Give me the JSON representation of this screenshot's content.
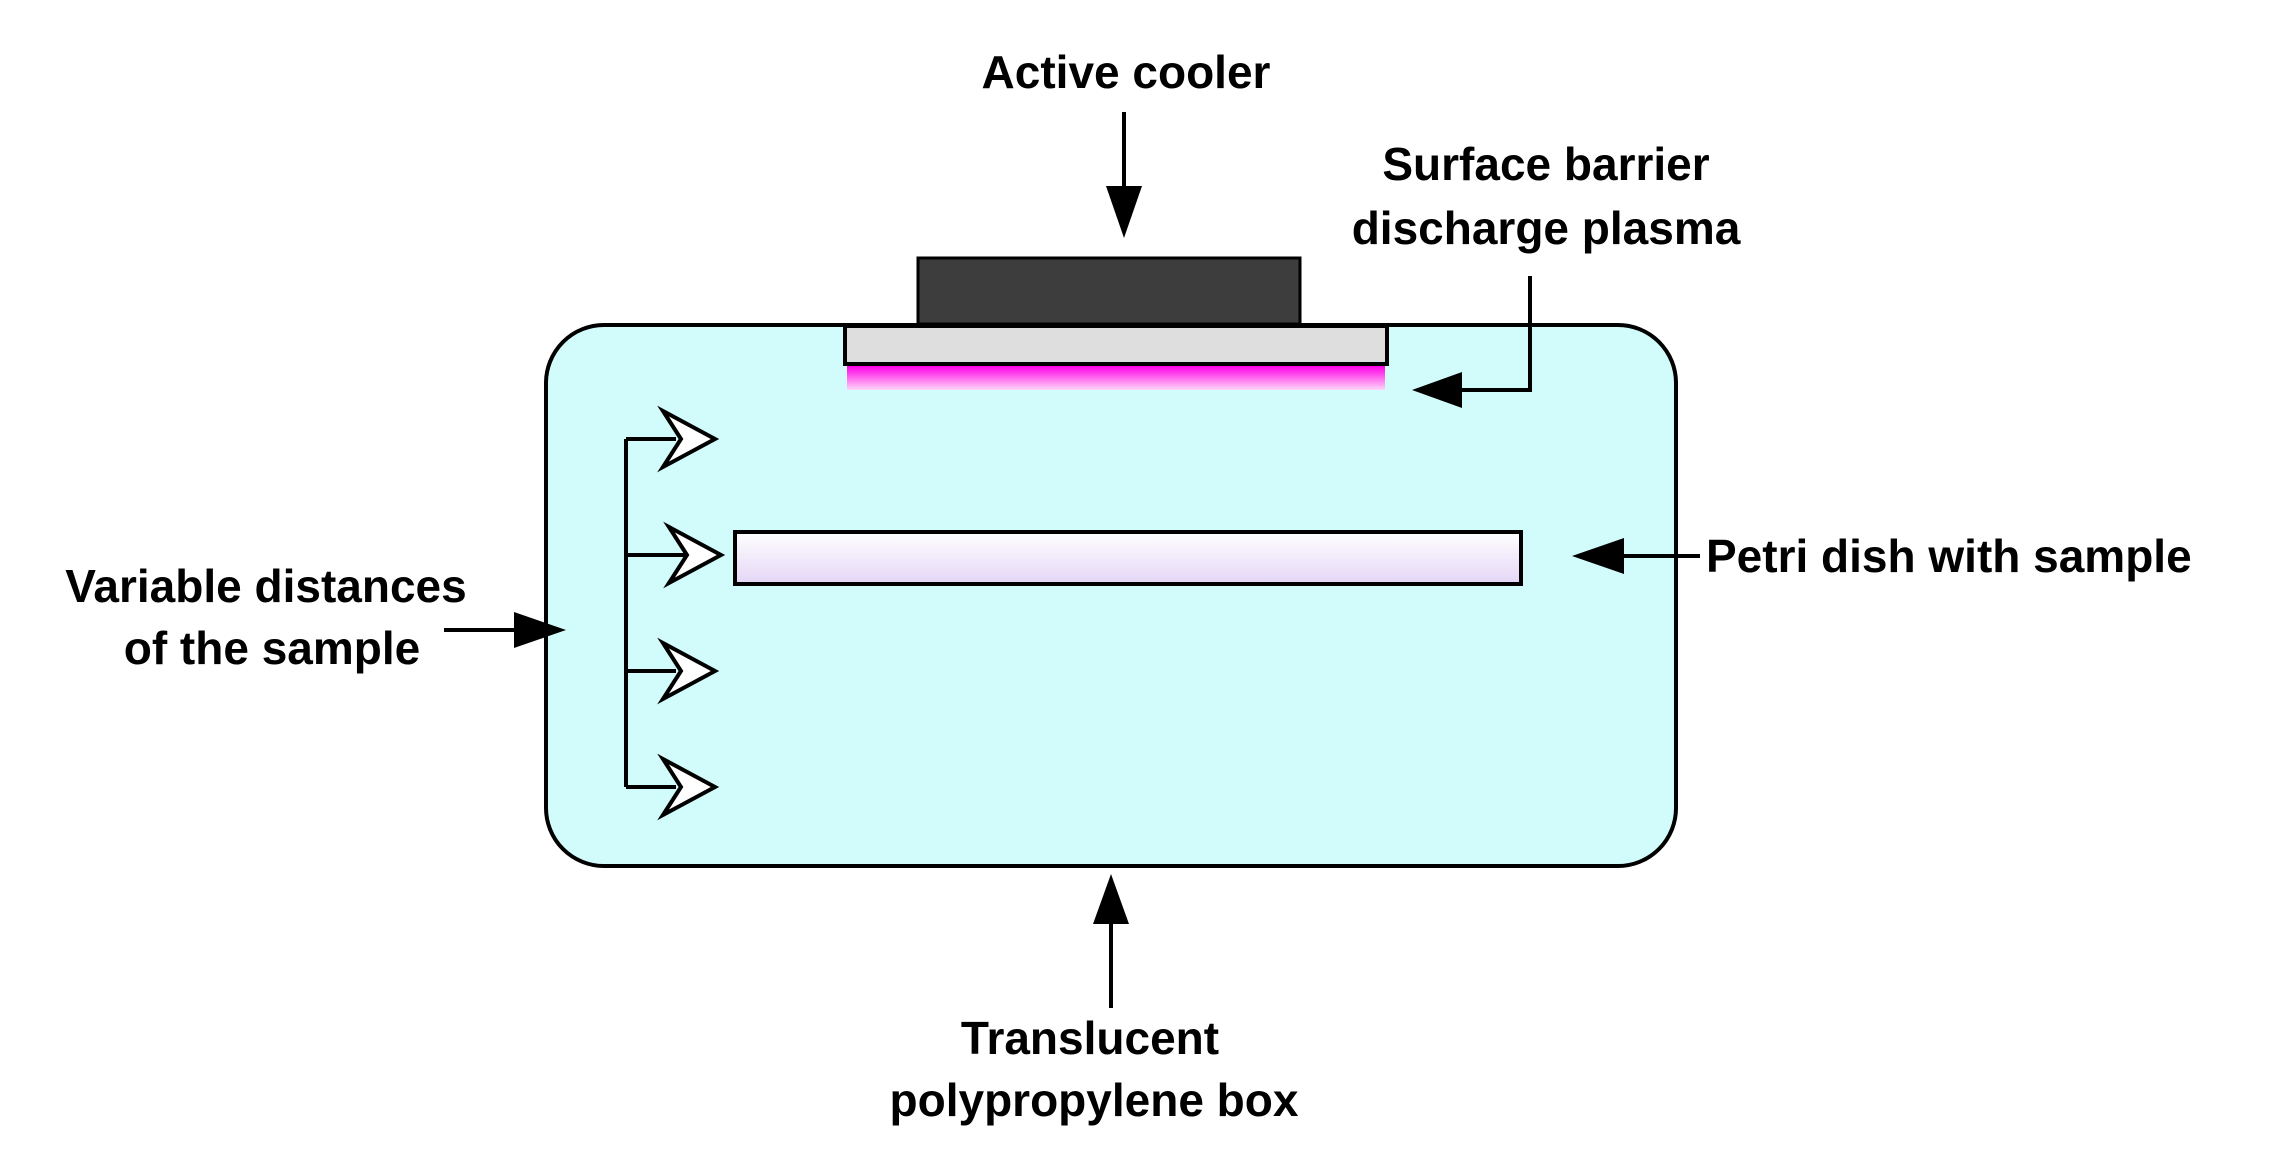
{
  "labels": {
    "active_cooler": "Active cooler",
    "sbd_line1": "Surface barrier",
    "sbd_line2": "discharge plasma",
    "petri": "Petri dish with sample",
    "variable_line1": "Variable distances",
    "variable_line2": "of the sample",
    "box_line1": "Translucent",
    "box_line2": "polypropylene box"
  },
  "colors": {
    "box_fill": "#d2fcfc",
    "cooler_fill": "#3d3d3d",
    "electrode_fill": "#dedede",
    "plasma": "#ff00e6",
    "petri_fill_top": "#ffffff",
    "petri_fill_bottom": "#e4d6f6",
    "stroke": "#000000"
  }
}
